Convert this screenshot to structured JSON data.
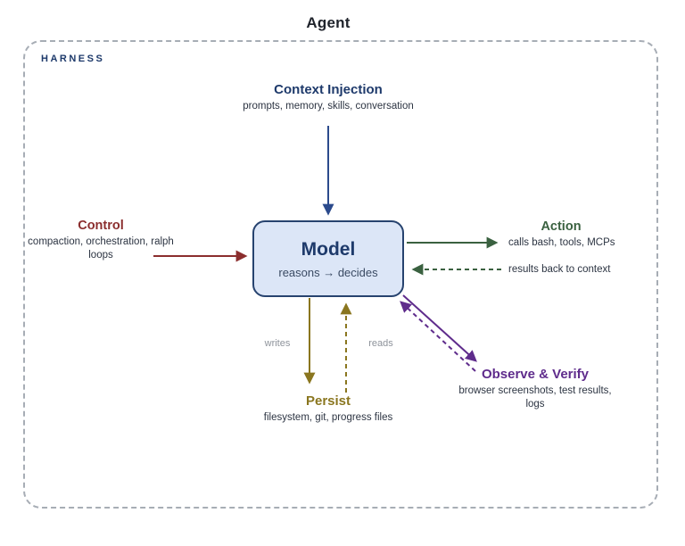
{
  "title": "Agent",
  "harness": {
    "label": "HARNESS"
  },
  "context_injection": {
    "title": "Context Injection",
    "subtitle": "prompts, memory, skills, conversation"
  },
  "control": {
    "title": "Control",
    "subtitle": "compaction, orchestration, ralph loops"
  },
  "model": {
    "title": "Model",
    "subtitle": "reasons → decides"
  },
  "action": {
    "title": "Action",
    "flow_out": "calls bash, tools, MCPs",
    "flow_back": "results back to context"
  },
  "persist": {
    "title": "Persist",
    "subtitle": "filesystem, git, progress files",
    "write_label": "writes",
    "read_label": "reads"
  },
  "observe": {
    "title": "Observe & Verify",
    "subtitle": "browser screenshots, test results, logs"
  },
  "colors": {
    "title-ink": "#20242c",
    "navy": "#1e3a6b",
    "ink": "#2c3442",
    "slate": "#3a4a63",
    "maroon": "#8b2e2e",
    "green": "#3a6140",
    "olive": "#8a761f",
    "purple": "#5f2c8c",
    "blue": "#2b4a8c",
    "gray-label": "#8e939b",
    "model-fill": "#dce6f7",
    "model-border": "#27436f",
    "harness-border": "#a7adb5"
  }
}
